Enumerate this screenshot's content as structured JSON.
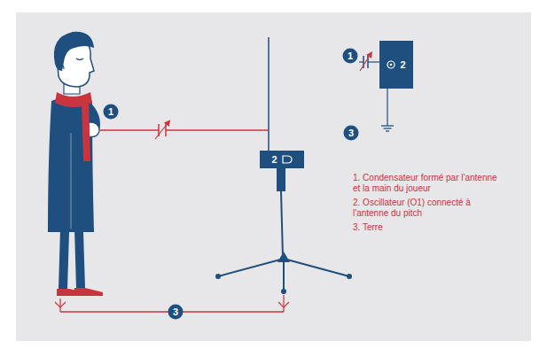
{
  "diagram": {
    "nodes": [
      {
        "text": [
          "1"
        ]
      },
      {
        "text": [
          "1"
        ]
      },
      {
        "text": [
          "2"
        ]
      },
      {
        "text": [
          "2"
        ]
      },
      {
        "text": [
          "3"
        ]
      },
      {
        "text": [
          "3"
        ]
      }
    ],
    "labels": [
      "1. Condensateur formé par l'antenne et la main du joueur",
      "2. Oscillateur (O1) connecté à l'antenne du pitch",
      "3. Terre"
    ]
  }
}
